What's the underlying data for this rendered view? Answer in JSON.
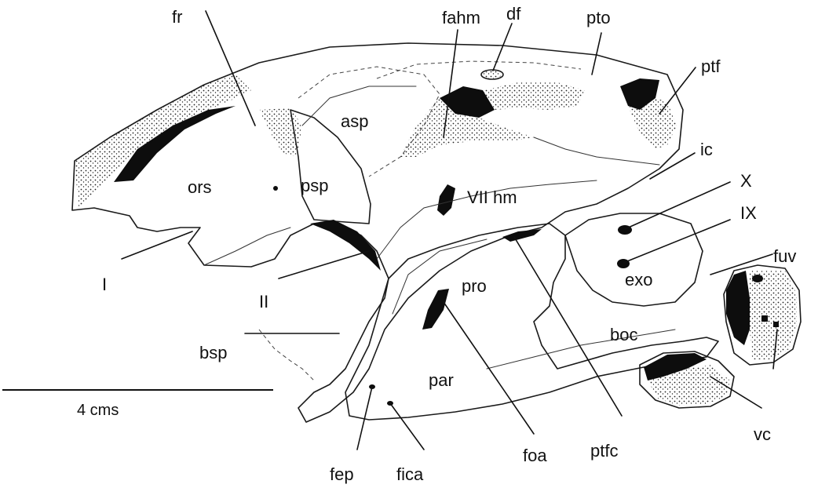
{
  "labels": {
    "fr": "fr",
    "fahm": "fahm",
    "df": "df",
    "pto": "pto",
    "ptf": "ptf",
    "asp": "asp",
    "ic": "ic",
    "ors": "ors",
    "psp": "psp",
    "vii_hm": "VII hm",
    "x": "X",
    "ix": "IX",
    "i": "I",
    "ii": "II",
    "pro": "pro",
    "exo": "exo",
    "fuv": "fuv",
    "bsp": "bsp",
    "boc": "boc",
    "par": "par",
    "fep": "fep",
    "fica": "fica",
    "foa": "foa",
    "ptfc": "ptfc",
    "vc": "vc"
  },
  "scale_bar": {
    "label": "4 cms"
  },
  "colors": {
    "ink": "#111111",
    "background": "#ffffff"
  }
}
